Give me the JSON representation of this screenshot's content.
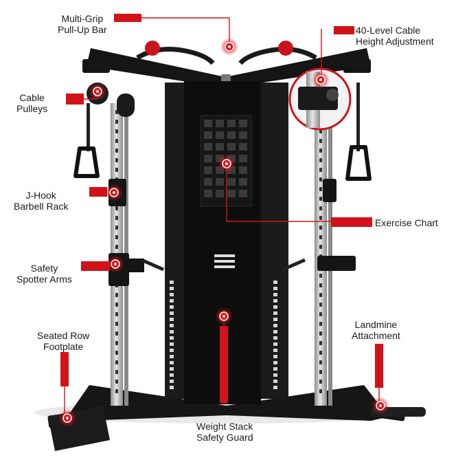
{
  "callouts": {
    "pullup_bar": [
      "Multi-Grip",
      "Pull-Up Bar"
    ],
    "cable_height": [
      "40-Level Cable",
      "Height Adjustment"
    ],
    "cable_pulleys": [
      "Cable",
      "Pulleys"
    ],
    "j_hook": [
      "J-Hook",
      "Barbell Rack"
    ],
    "exercise_chart": [
      "Exercise Chart"
    ],
    "spotter_arms": [
      "Safety",
      "Spotter Arms"
    ],
    "seated_row": [
      "Seated Row",
      "Footplate"
    ],
    "landmine": [
      "Landmine",
      "Attachment"
    ],
    "weight_stack": [
      "Weight Stack",
      "Safety Guard"
    ]
  },
  "colors": {
    "accent": "#e0141b",
    "frame": "#161616",
    "upright": "#bfbfbf",
    "panel": "#0d0d0d"
  }
}
